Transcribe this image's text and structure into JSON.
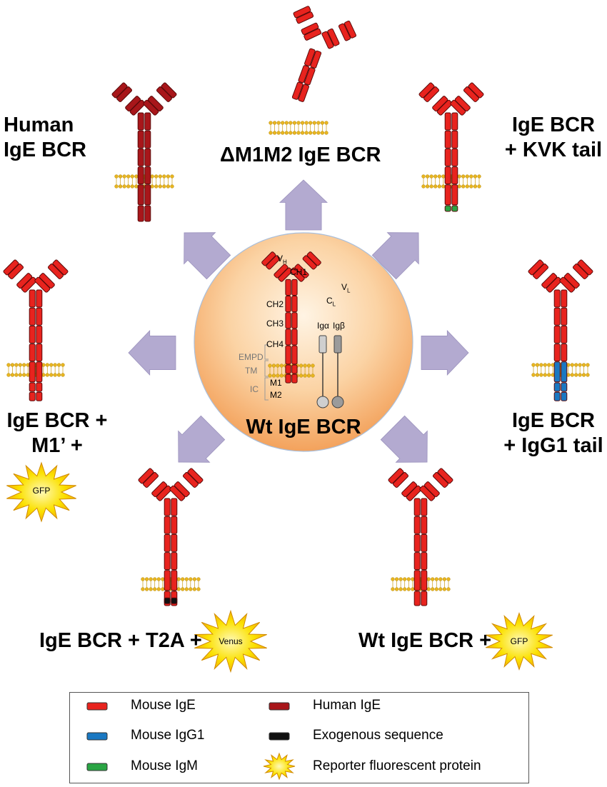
{
  "colors": {
    "mouse_ige": "#e8231e",
    "human_ige": "#a8161a",
    "mouse_igg1": "#1a78c2",
    "mouse_igm": "#2aa544",
    "exogenous": "#111111",
    "arrow": "#b3aad0",
    "membrane": "#e8b520",
    "burst": "#f8d300"
  },
  "center": {
    "title": "Wt IgE BCR",
    "domains": {
      "vh": "V",
      "vh_sub": "H",
      "ch1": "CH1",
      "vl": "V",
      "vl_sub": "L",
      "cl": "C",
      "cl_sub": "L",
      "ch2": "CH2",
      "ch3": "CH3",
      "ch4": "CH4",
      "empd": "EMPD",
      "tm": "TM",
      "ic": "IC",
      "m1": "M1",
      "m2": "M2",
      "iga": "Igα",
      "igb": "Igβ"
    }
  },
  "constructs": {
    "human": [
      "Human",
      "IgE BCR"
    ],
    "dm1m2": [
      "ΔM1M2 IgE BCR"
    ],
    "kvk": [
      "IgE BCR",
      "+ KVK tail"
    ],
    "m1prime": [
      "IgE BCR +",
      "M1’ +"
    ],
    "igg1": [
      "IgE BCR",
      "+ IgG1 tail"
    ],
    "t2a": [
      "IgE BCR + T2A +"
    ],
    "wtgfp": [
      "Wt IgE BCR +"
    ]
  },
  "reporters": {
    "gfp_left": "GFP",
    "venus": "Venus",
    "gfp_right": "GFP"
  },
  "legend": [
    {
      "label": "Mouse IgE",
      "icon": "mouse-ige-swatch"
    },
    {
      "label": "Human IgE",
      "icon": "human-ige-swatch"
    },
    {
      "label": "Mouse IgG1",
      "icon": "mouse-igg1-swatch"
    },
    {
      "label": "Exogenous sequence",
      "icon": "exogenous-swatch"
    },
    {
      "label": "Mouse IgM",
      "icon": "mouse-igm-swatch"
    },
    {
      "label": "Reporter fluorescent protein",
      "icon": "burst-icon"
    }
  ]
}
